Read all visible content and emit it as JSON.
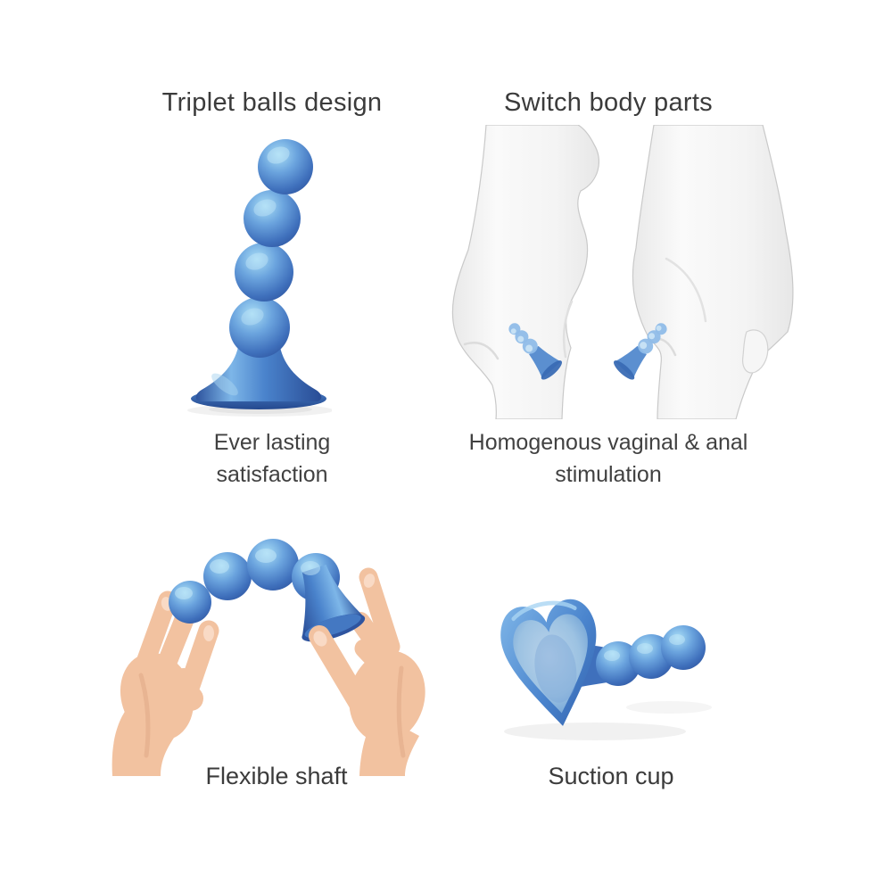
{
  "page": {
    "background": "#ffffff",
    "text_color": "#3e3e3e",
    "kind": "product-feature-infographic"
  },
  "colors": {
    "product_blue": "#4a84cd",
    "product_blue_light": "#a9def6",
    "product_blue_dark": "#2d539d",
    "body_gray": "#f4f4f4",
    "body_outline": "#c9c9c9",
    "skin_tone": "#f2c2a0"
  },
  "panels": {
    "triplet_balls": {
      "title": "Triplet balls design",
      "caption_lines": [
        "Ever lasting",
        "satisfaction"
      ],
      "illustration": "beaded-plug"
    },
    "switch_body": {
      "title": "Switch body parts",
      "caption_lines": [
        "Homogenous vaginal & anal",
        "stimulation"
      ],
      "illustration": "two-body-silhouettes-with-toy"
    },
    "flexible_shaft": {
      "label": "Flexible shaft",
      "illustration": "hands-bending-toy"
    },
    "suction_cup": {
      "label": "Suction cup",
      "illustration": "heart-suction-cup-base"
    }
  }
}
